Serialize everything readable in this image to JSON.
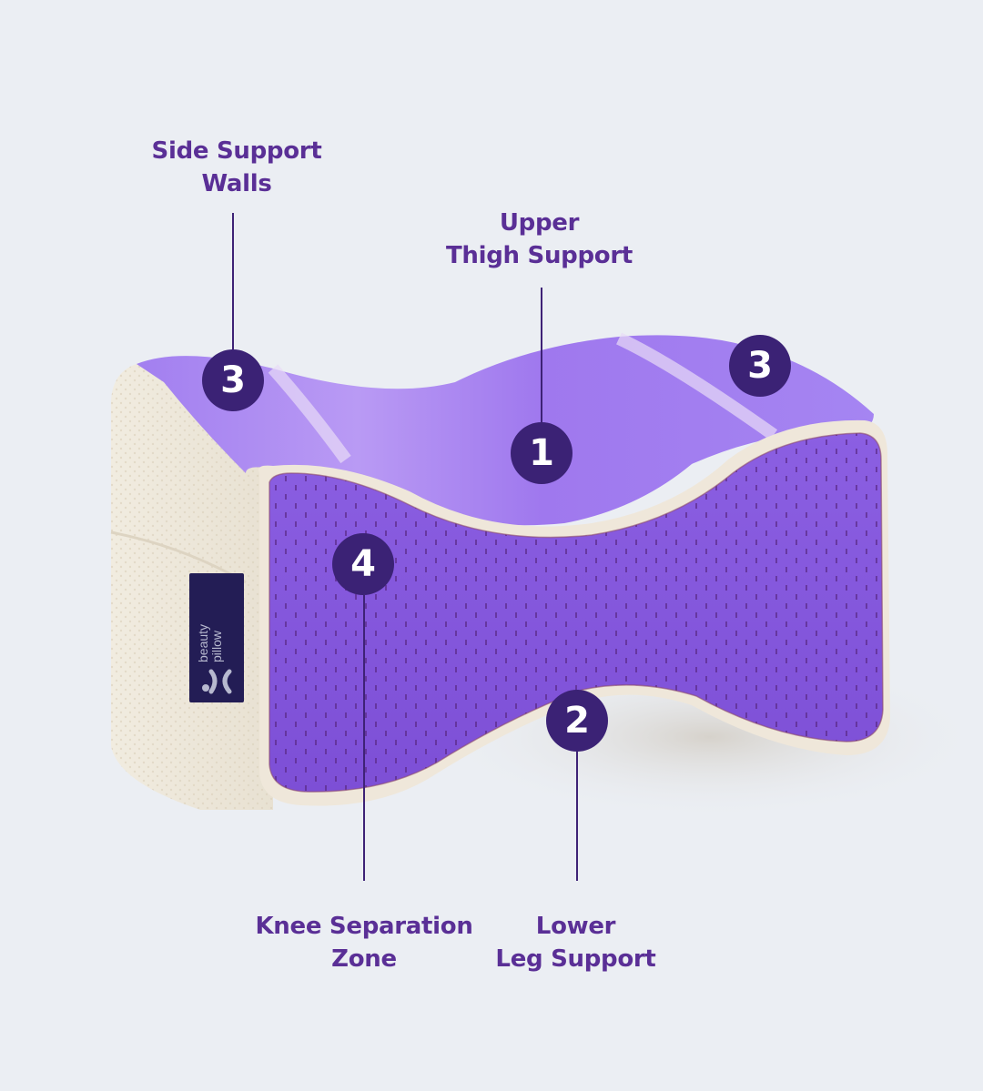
{
  "colors": {
    "background": "#ebeef3",
    "label_text": "#5a2f96",
    "marker_fill": "#3b2275",
    "marker_text": "#ffffff",
    "leader_line": "#3e2276",
    "foam_purple": "#8a5ce0",
    "foam_purple_light": "#a67ff0",
    "foam_cream": "#f3eee2",
    "tag_bg": "#231d55"
  },
  "labels": {
    "side_support": {
      "line1": "Side Support",
      "line2": "Walls"
    },
    "upper_thigh": {
      "line1": "Upper",
      "line2": "Thigh Support"
    },
    "knee_separation": {
      "line1": "Knee Separation",
      "line2": "Zone"
    },
    "lower_leg": {
      "line1": "Lower",
      "line2": "Leg Support"
    }
  },
  "markers": {
    "upper_thigh": "1",
    "lower_leg": "2",
    "side_support_left": "3",
    "side_support_right": "3",
    "knee_separation": "4"
  },
  "brand_tag": {
    "line1": "beauty",
    "line2": "pillow"
  }
}
